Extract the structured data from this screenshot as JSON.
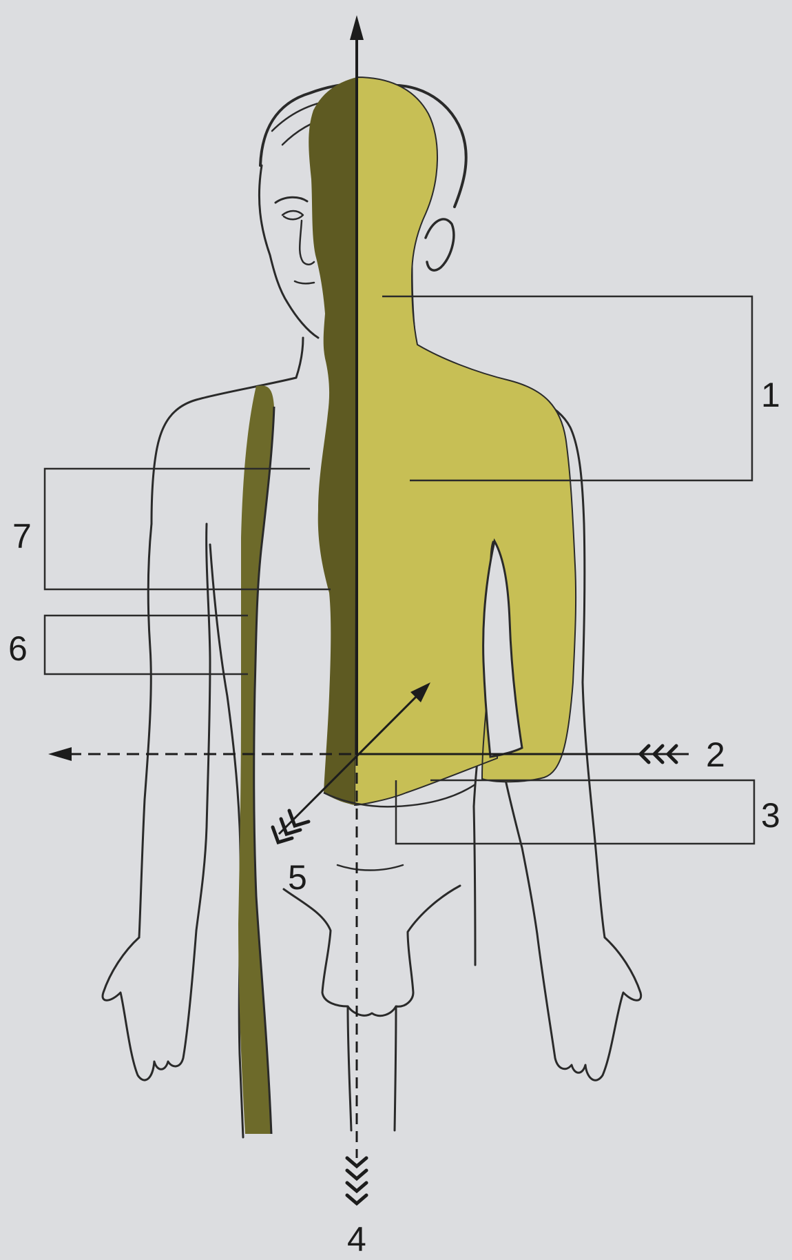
{
  "colors": {
    "background": "#dcdde0",
    "dark_region": "#5e5a22",
    "light_region": "#c7bf55",
    "skin_outline": "#2a2a2a",
    "leader_line": "#2a2a2a"
  },
  "labels": {
    "l1": "1",
    "l2": "2",
    "l3": "3",
    "l4": "4",
    "l5": "5",
    "l6": "6",
    "l7": "7"
  }
}
